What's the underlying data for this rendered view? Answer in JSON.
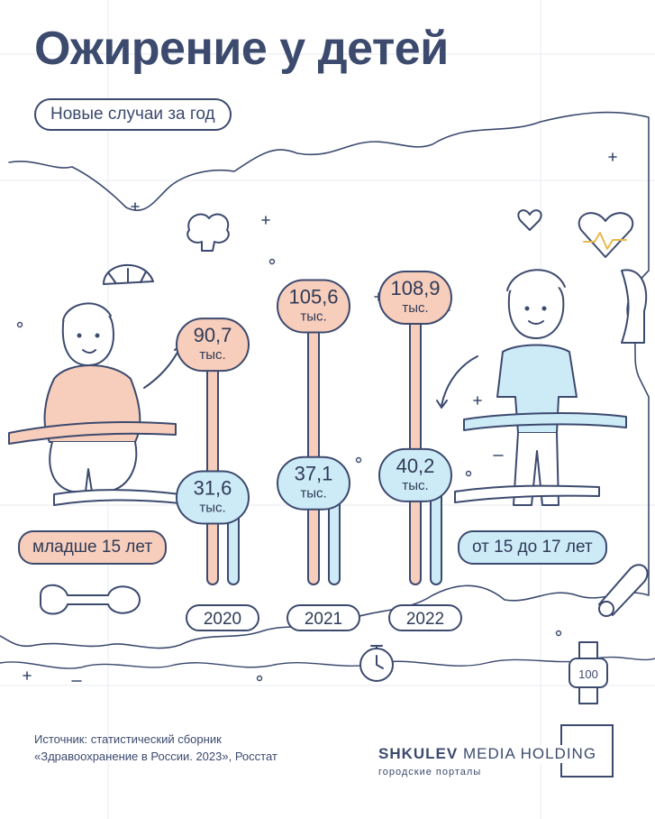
{
  "title": "Ожирение у детей",
  "subtitle": "Новые случаи за год",
  "segments": {
    "young": "младше 15 лет",
    "old": "от 15 до 17 лет"
  },
  "chart_data": {
    "type": "bar",
    "categories": [
      "2020",
      "2021",
      "2022"
    ],
    "unit": "тыс.",
    "series": [
      {
        "name": "младше 15 лет",
        "values": [
          90.7,
          105.6,
          108.9
        ],
        "labels": [
          "90,7",
          "105,6",
          "108,9"
        ],
        "color": "#f7cdbb"
      },
      {
        "name": "от 15 до 17 лет",
        "values": [
          31.6,
          37.1,
          40.2
        ],
        "labels": [
          "31,6",
          "37,1",
          "40,2"
        ],
        "color": "#cdeaf7"
      }
    ]
  },
  "source": {
    "line1": "Источник: статистический сборник",
    "line2": "«Здравоохранение в России. 2023», Росстат"
  },
  "brand": {
    "name_bold": "SHKULEV",
    "name_rest": "MEDIA HOLDING",
    "tagline": "городские порталы"
  },
  "colors": {
    "ink": "#3c4a6e",
    "pink": "#f7cdbb",
    "blue": "#cdeaf7"
  },
  "icons": [
    "broccoli-icon",
    "lemon-icon",
    "heart-icon",
    "heart-rate-icon",
    "dumbbell-icon",
    "stopwatch-icon",
    "step-counter-icon",
    "yoga-mat-icon",
    "measuring-tape-icon",
    "flexed-arm-icon"
  ]
}
